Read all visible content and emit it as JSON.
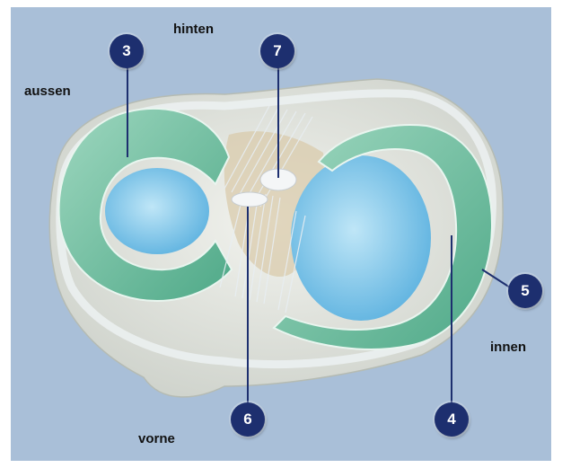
{
  "orientation": {
    "top": "hinten",
    "bottom": "vorne",
    "left": "aussen",
    "right": "innen"
  },
  "markers": [
    {
      "id": "3"
    },
    {
      "id": "7"
    },
    {
      "id": "5"
    },
    {
      "id": "6"
    },
    {
      "id": "4"
    }
  ],
  "colors": {
    "background": "#a9bfd8",
    "marker": "#1d2f6f",
    "meniscus": "#5fb99a",
    "cartilage": "#7fc6e8",
    "bone": "#e6e8e2"
  }
}
